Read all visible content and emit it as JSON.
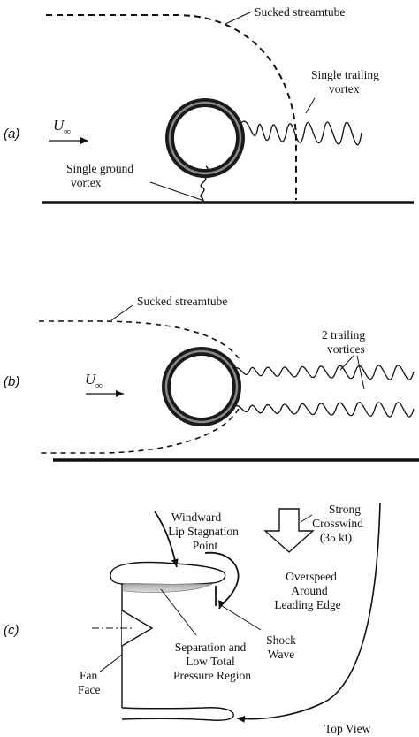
{
  "panel_a": {
    "tag": "(a)",
    "u_inf": "U",
    "u_inf_sub": "∞",
    "streamtube_label": "Sucked streamtube",
    "trailing_label": [
      "Single trailing",
      "vortex"
    ],
    "ground_label": [
      "Single ground",
      "vortex"
    ]
  },
  "panel_b": {
    "tag": "(b)",
    "u_inf": "U",
    "u_inf_sub": "∞",
    "streamtube_label": "Sucked streamtube",
    "trailing_label": [
      "2 trailing",
      "vortices"
    ]
  },
  "panel_c": {
    "tag": "(c)",
    "stagnation_label": [
      "Windward",
      "Lip Stagnation",
      "Point"
    ],
    "crosswind_label": [
      "Strong",
      "Crosswind",
      "(35 kt)"
    ],
    "overspeed_label": [
      "Overspeed",
      "Around",
      "Leading Edge"
    ],
    "shock_label": [
      "Shock",
      "Wave"
    ],
    "separation_label": [
      "Separation and",
      "Low Total",
      "Pressure Region"
    ],
    "fan_label": [
      "Fan",
      "Face"
    ],
    "view_label": "Top View"
  }
}
